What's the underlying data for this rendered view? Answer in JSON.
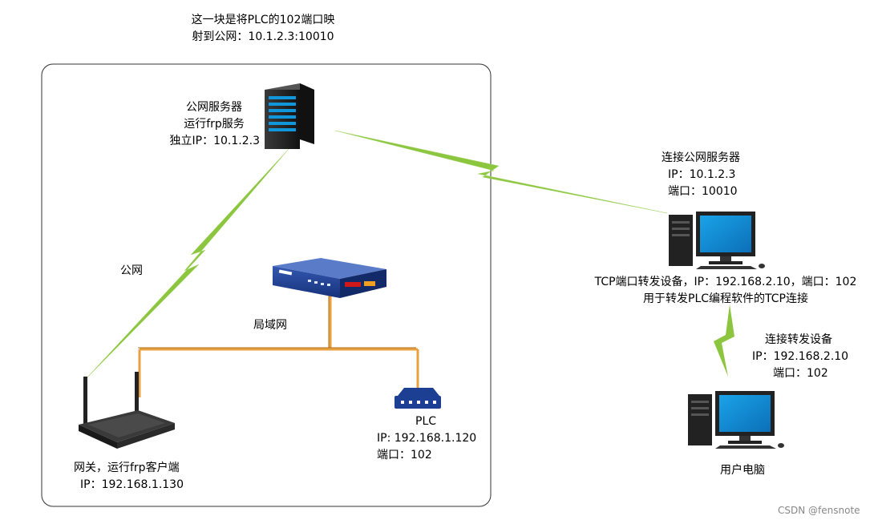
{
  "top_note": {
    "line1": "这一块是将PLC的102端口映",
    "line2": "射到公网：10.1.2.3:10010"
  },
  "server": {
    "line1": "公网服务器",
    "line2": "运行frp服务",
    "line3": "独立IP：10.1.2.3"
  },
  "public_net_label": "公网",
  "lan_label": "局域网",
  "gateway": {
    "line1": "网关，运行frp客户端",
    "line2": "IP：192.168.1.130"
  },
  "plc": {
    "line1": "PLC",
    "line2": "IP: 192.168.1.120",
    "line3": "端口：102"
  },
  "forward_pc": {
    "conn_line1": "连接公网服务器",
    "conn_line2": "IP：10.1.2.3",
    "conn_line3": "端口：10010",
    "desc_line1": "TCP端口转发设备，IP：192.168.2.10，端口：102",
    "desc_line2": "用于转发PLC编程软件的TCP连接"
  },
  "user_link": {
    "line1": "连接转发设备",
    "line2": "IP：192.168.2.10",
    "line3": "端口：102"
  },
  "user_pc_label": "用户电脑",
  "watermark": "CSDN @fensnote",
  "colors": {
    "link_green": "#8cc63f",
    "lan_orange": "#e8a040",
    "device_blue": "#1c3f94",
    "screen_blue": "#1296db"
  }
}
